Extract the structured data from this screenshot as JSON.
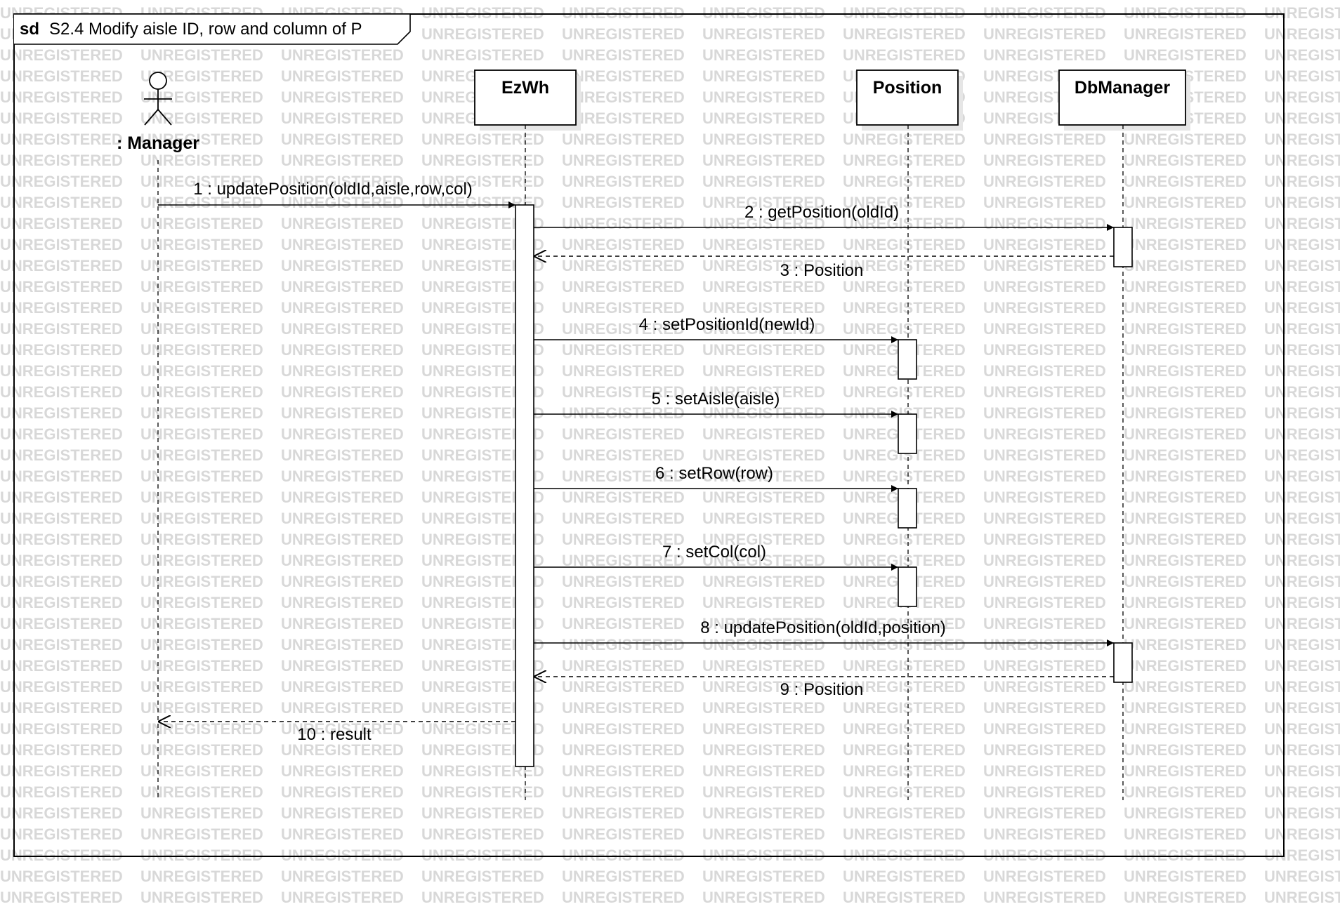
{
  "frame": {
    "keyword": "sd",
    "title": "S2.4 Modify aisle ID, row and column of P"
  },
  "watermark": "UNREGISTERED",
  "actor": {
    "name": ": Manager",
    "icon": "stick-figure-actor-icon"
  },
  "lifelines": [
    {
      "id": "ezwh",
      "name": "EzWh"
    },
    {
      "id": "position",
      "name": "Position"
    },
    {
      "id": "dbmanager",
      "name": "DbManager"
    }
  ],
  "messages": [
    {
      "seq": 1,
      "label": "1 : updatePosition(oldId,aisle,row,col)",
      "from": "manager",
      "to": "ezwh",
      "kind": "sync"
    },
    {
      "seq": 2,
      "label": "2 : getPosition(oldId)",
      "from": "ezwh",
      "to": "dbmanager",
      "kind": "sync"
    },
    {
      "seq": 3,
      "label": "3 : Position",
      "from": "dbmanager",
      "to": "ezwh",
      "kind": "return"
    },
    {
      "seq": 4,
      "label": "4 : setPositionId(newId)",
      "from": "ezwh",
      "to": "position",
      "kind": "sync"
    },
    {
      "seq": 5,
      "label": "5 : setAisle(aisle)",
      "from": "ezwh",
      "to": "position",
      "kind": "sync"
    },
    {
      "seq": 6,
      "label": "6 : setRow(row)",
      "from": "ezwh",
      "to": "position",
      "kind": "sync"
    },
    {
      "seq": 7,
      "label": "7 : setCol(col)",
      "from": "ezwh",
      "to": "position",
      "kind": "sync"
    },
    {
      "seq": 8,
      "label": "8 : updatePosition(oldId,position)",
      "from": "ezwh",
      "to": "dbmanager",
      "kind": "sync"
    },
    {
      "seq": 9,
      "label": "9 : Position",
      "from": "dbmanager",
      "to": "ezwh",
      "kind": "return"
    },
    {
      "seq": 10,
      "label": "10 : result",
      "from": "ezwh",
      "to": "manager",
      "kind": "return"
    }
  ],
  "colors": {
    "line": "#000000",
    "watermark": "#d8d8d8",
    "background": "#ffffff",
    "head_shadow": "#e6e6e6"
  }
}
